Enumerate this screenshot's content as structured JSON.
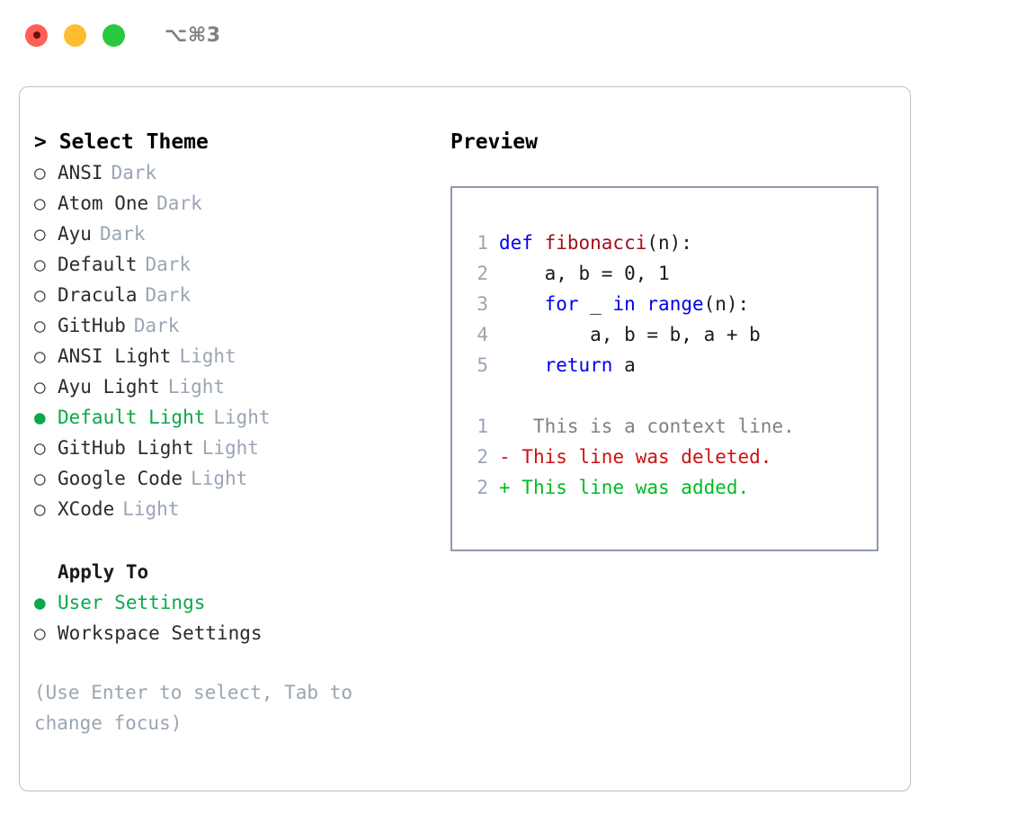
{
  "titlebar": {
    "lights": [
      {
        "name": "close",
        "color": "#ff5f57"
      },
      {
        "name": "minimize",
        "color": "#febc2e"
      },
      {
        "name": "maximize",
        "color": "#28c840"
      }
    ],
    "shortcut": "⌥⌘3"
  },
  "theme_panel": {
    "title": "> Select Theme",
    "items": [
      {
        "marker": "○",
        "label": "ANSI",
        "tag": "Dark",
        "selected": false
      },
      {
        "marker": "○",
        "label": "Atom One",
        "tag": "Dark",
        "selected": false
      },
      {
        "marker": "○",
        "label": "Ayu",
        "tag": "Dark",
        "selected": false
      },
      {
        "marker": "○",
        "label": "Default",
        "tag": "Dark",
        "selected": false
      },
      {
        "marker": "○",
        "label": "Dracula",
        "tag": "Dark",
        "selected": false
      },
      {
        "marker": "○",
        "label": "GitHub",
        "tag": "Dark",
        "selected": false
      },
      {
        "marker": "○",
        "label": "ANSI Light",
        "tag": "Light",
        "selected": false
      },
      {
        "marker": "○",
        "label": "Ayu Light",
        "tag": "Light",
        "selected": false
      },
      {
        "marker": "●",
        "label": "Default Light",
        "tag": "Light",
        "selected": true
      },
      {
        "marker": "○",
        "label": "GitHub Light",
        "tag": "Light",
        "selected": false
      },
      {
        "marker": "○",
        "label": "Google Code",
        "tag": "Light",
        "selected": false
      },
      {
        "marker": "○",
        "label": "XCode",
        "tag": "Light",
        "selected": false
      }
    ],
    "apply_to": {
      "heading": "Apply To",
      "options": [
        {
          "marker": "●",
          "label": "User Settings",
          "selected": true
        },
        {
          "marker": "○",
          "label": "Workspace Settings",
          "selected": false
        }
      ]
    },
    "hint": "(Use Enter to select, Tab to change focus)"
  },
  "preview_panel": {
    "title": "Preview",
    "code_lines": [
      {
        "num": "1",
        "tokens": [
          {
            "text": "def ",
            "style": "kw"
          },
          {
            "text": "fibonacci",
            "style": "fn"
          },
          {
            "text": "(n):",
            "style": "plain"
          }
        ]
      },
      {
        "num": "2",
        "tokens": [
          {
            "text": "    a, b = 0, 1",
            "style": "plain"
          }
        ]
      },
      {
        "num": "3",
        "tokens": [
          {
            "text": "    ",
            "style": "plain"
          },
          {
            "text": "for",
            "style": "kw"
          },
          {
            "text": " _ ",
            "style": "plain"
          },
          {
            "text": "in",
            "style": "kw"
          },
          {
            "text": " ",
            "style": "plain"
          },
          {
            "text": "range",
            "style": "kw"
          },
          {
            "text": "(n):",
            "style": "plain"
          }
        ]
      },
      {
        "num": "4",
        "tokens": [
          {
            "text": "        a, b = b, a + b",
            "style": "plain"
          }
        ]
      },
      {
        "num": "5",
        "tokens": [
          {
            "text": "    ",
            "style": "plain"
          },
          {
            "text": "return",
            "style": "kw"
          },
          {
            "text": " a",
            "style": "plain"
          }
        ]
      }
    ],
    "diff_lines": [
      {
        "num": "1",
        "sign": " ",
        "text": "  This is a context line.",
        "kind": "context"
      },
      {
        "num": "2",
        "sign": "-",
        "text": " This line was deleted.",
        "kind": "deleted"
      },
      {
        "num": "2",
        "sign": "+",
        "text": " This line was added.",
        "kind": "added"
      }
    ]
  },
  "colors": {
    "selected_green": "#0aa84a",
    "muted_gray": "#9aa5b4",
    "keyword_blue": "#0000ee",
    "function_red": "#a01217",
    "diff_delete": "#cc1111",
    "diff_add": "#00bb22",
    "border": "#b9c0cb",
    "preview_border": "#8e9aab"
  }
}
